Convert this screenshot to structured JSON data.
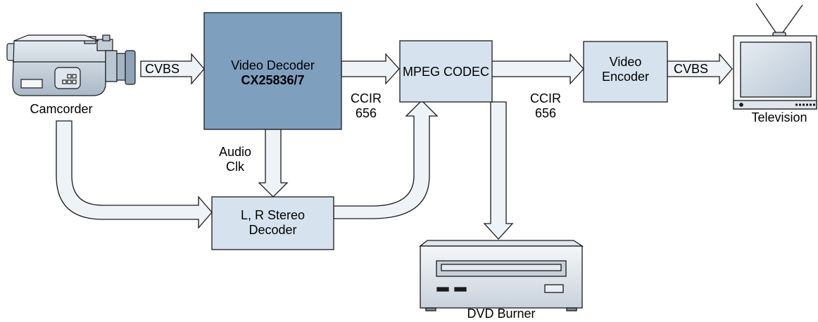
{
  "devices": {
    "camcorder": {
      "label": "Camcorder"
    },
    "television": {
      "label": "Television"
    },
    "dvd_burner": {
      "label": "DVD Burner"
    }
  },
  "blocks": {
    "video_decoder": {
      "line1": "Video Decoder",
      "line2": "CX25836/7",
      "fill": "#7f9fbf"
    },
    "mpeg_codec": {
      "label": "MPEG CODEC",
      "fill": "#d6e3ee"
    },
    "video_encoder": {
      "line1": "Video",
      "line2": "Encoder",
      "fill": "#d6e3ee"
    },
    "stereo_decoder": {
      "line1": "L, R Stereo",
      "line2": "Decoder",
      "fill": "#d6e3ee"
    }
  },
  "signals": {
    "cvbs_in": "CVBS",
    "ccir_656_a": {
      "line1": "CCIR",
      "line2": "656"
    },
    "ccir_656_b": {
      "line1": "CCIR",
      "line2": "656"
    },
    "cvbs_out": "CVBS",
    "audio_clk": {
      "line1": "Audio",
      "line2": "Clk"
    }
  },
  "colors": {
    "arrow_fill": "#eef3f8",
    "outline": "#1a1a1a"
  }
}
